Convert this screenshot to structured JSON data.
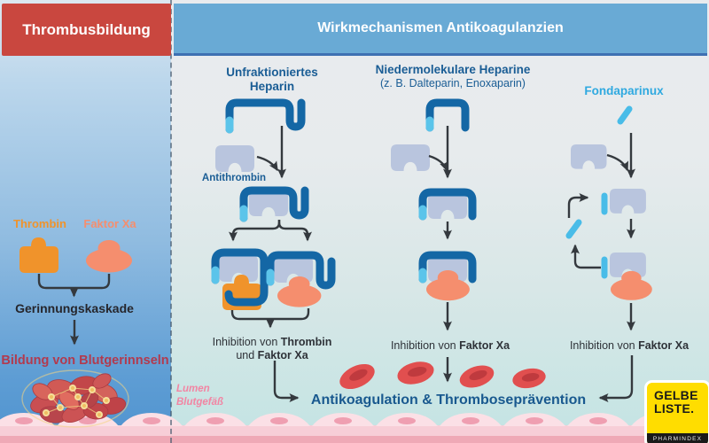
{
  "header": {
    "left": "Thrombusbildung",
    "right": "Wirkmechanismen Antikoagulanzien"
  },
  "left_panel": {
    "thrombin_label": "Thrombin",
    "faktor_xa_label": "Faktor Xa",
    "cascade_label": "Gerinnungskaskade",
    "clot_label": "Bildung von Blutgerinnseln",
    "lumen_line1": "Lumen",
    "lumen_line2": "Blutgefäß"
  },
  "columns": {
    "ufh": {
      "title_line1": "Unfraktioniertes",
      "title_line2": "Heparin",
      "antithrombin_label": "Antithrombin",
      "inhibition": {
        "pre": "Inhibition von",
        "bold1": "Thrombin",
        "mid": "und",
        "bold2": "Faktor Xa"
      }
    },
    "lmwh": {
      "title_line1": "Niedermolekulare Heparine",
      "title_line2": "(z. B. Dalteparin, Enoxaparin)",
      "inhibition": {
        "pre": "Inhibition von",
        "bold": "Faktor Xa"
      }
    },
    "fonda": {
      "title": "Fondaparinux",
      "inhibition": {
        "pre": "Inhibition von",
        "bold": "Faktor Xa"
      }
    }
  },
  "footer": {
    "outcome": "Antikoagulation & Thromboseprävention"
  },
  "logo": {
    "line1": "GELBE",
    "line2": "LISTE.",
    "sub": "PHARMINDEX"
  },
  "colors": {
    "red_header": "#C9473F",
    "blue_header": "#69AAD5",
    "heparin": "#1467A5",
    "heparin_tip": "#5BC4EA",
    "antithrombin": "#B9C5DE",
    "thrombin": "#F0932B",
    "faktor_xa": "#F58E6E",
    "fondaparinux_text": "#2FA9E0",
    "outcome_text": "#19598F",
    "clot_text": "#B23A4E",
    "lumen_text": "#F285A3",
    "logo_yellow": "#FFDD00"
  }
}
